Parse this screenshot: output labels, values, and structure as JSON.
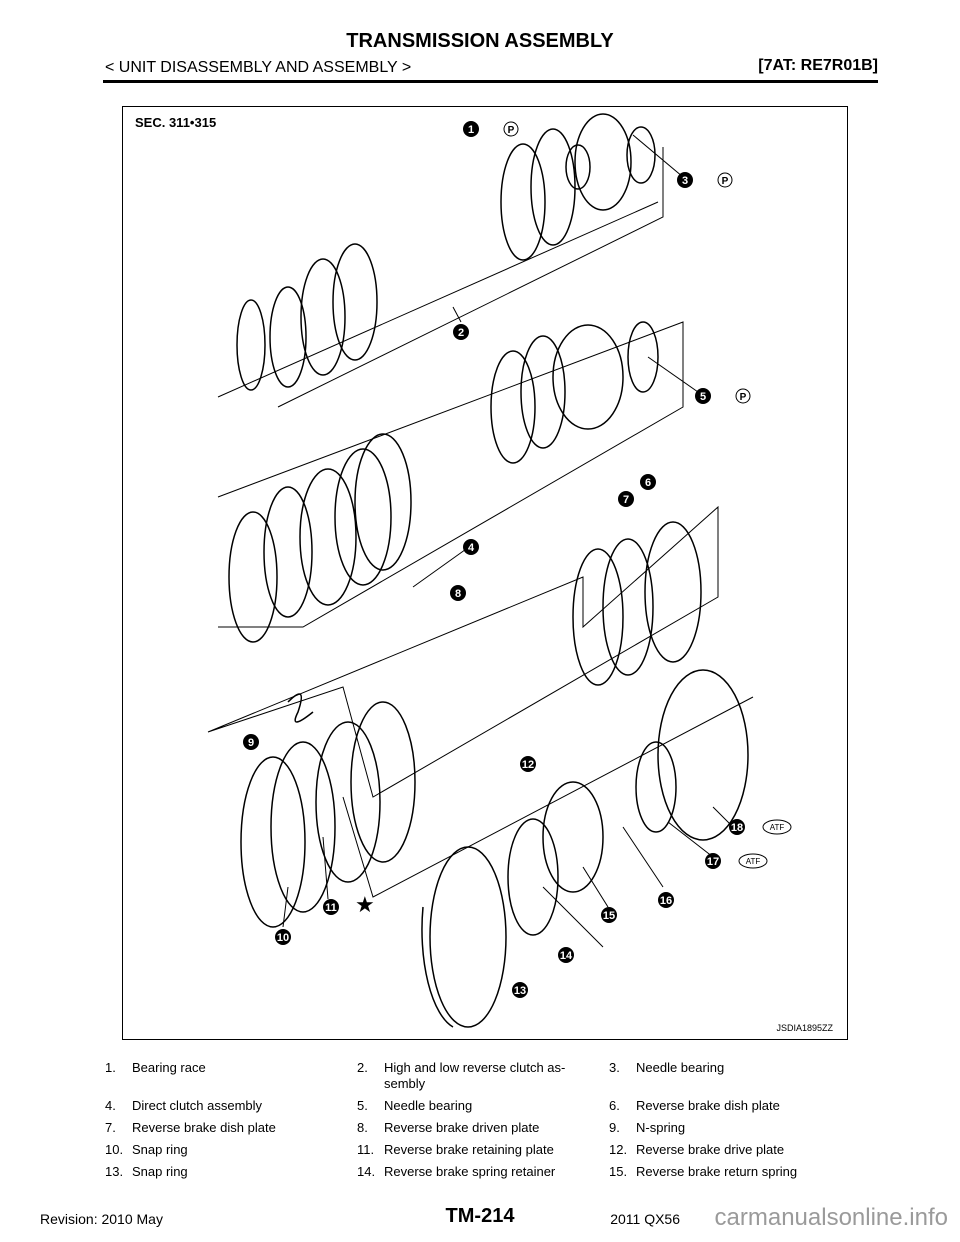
{
  "header": {
    "title": "TRANSMISSION ASSEMBLY",
    "subtitle": "< UNIT DISASSEMBLY AND ASSEMBLY >",
    "model": "[7AT: RE7R01B]"
  },
  "diagram": {
    "section": "SEC. 311•315",
    "code": "JSDIA1895ZZ",
    "callouts": [
      "1",
      "2",
      "3",
      "4",
      "5",
      "6",
      "7",
      "8",
      "9",
      "10",
      "11",
      "12",
      "13",
      "14",
      "15",
      "16",
      "17",
      "18"
    ],
    "atf_label": "ATF",
    "grease_label": "P"
  },
  "legend": [
    [
      {
        "num": "1.",
        "text": "Bearing race"
      },
      {
        "num": "2.",
        "text": "High and low reverse clutch as-sembly"
      },
      {
        "num": "3.",
        "text": "Needle bearing"
      }
    ],
    [
      {
        "num": "4.",
        "text": "Direct clutch assembly"
      },
      {
        "num": "5.",
        "text": "Needle bearing"
      },
      {
        "num": "6.",
        "text": "Reverse brake dish plate"
      }
    ],
    [
      {
        "num": "7.",
        "text": "Reverse brake dish plate"
      },
      {
        "num": "8.",
        "text": "Reverse brake driven plate"
      },
      {
        "num": "9.",
        "text": "N-spring"
      }
    ],
    [
      {
        "num": "10.",
        "text": "Snap ring"
      },
      {
        "num": "11.",
        "text": "Reverse brake retaining plate"
      },
      {
        "num": "12.",
        "text": "Reverse brake drive plate"
      }
    ],
    [
      {
        "num": "13.",
        "text": "Snap ring"
      },
      {
        "num": "14.",
        "text": "Reverse brake spring retainer"
      },
      {
        "num": "15.",
        "text": "Reverse brake return spring"
      }
    ]
  ],
  "footer": {
    "revision": "Revision: 2010 May",
    "page": "TM-214",
    "model": "2011 QX56",
    "watermark": "carmanualsonline.info"
  }
}
